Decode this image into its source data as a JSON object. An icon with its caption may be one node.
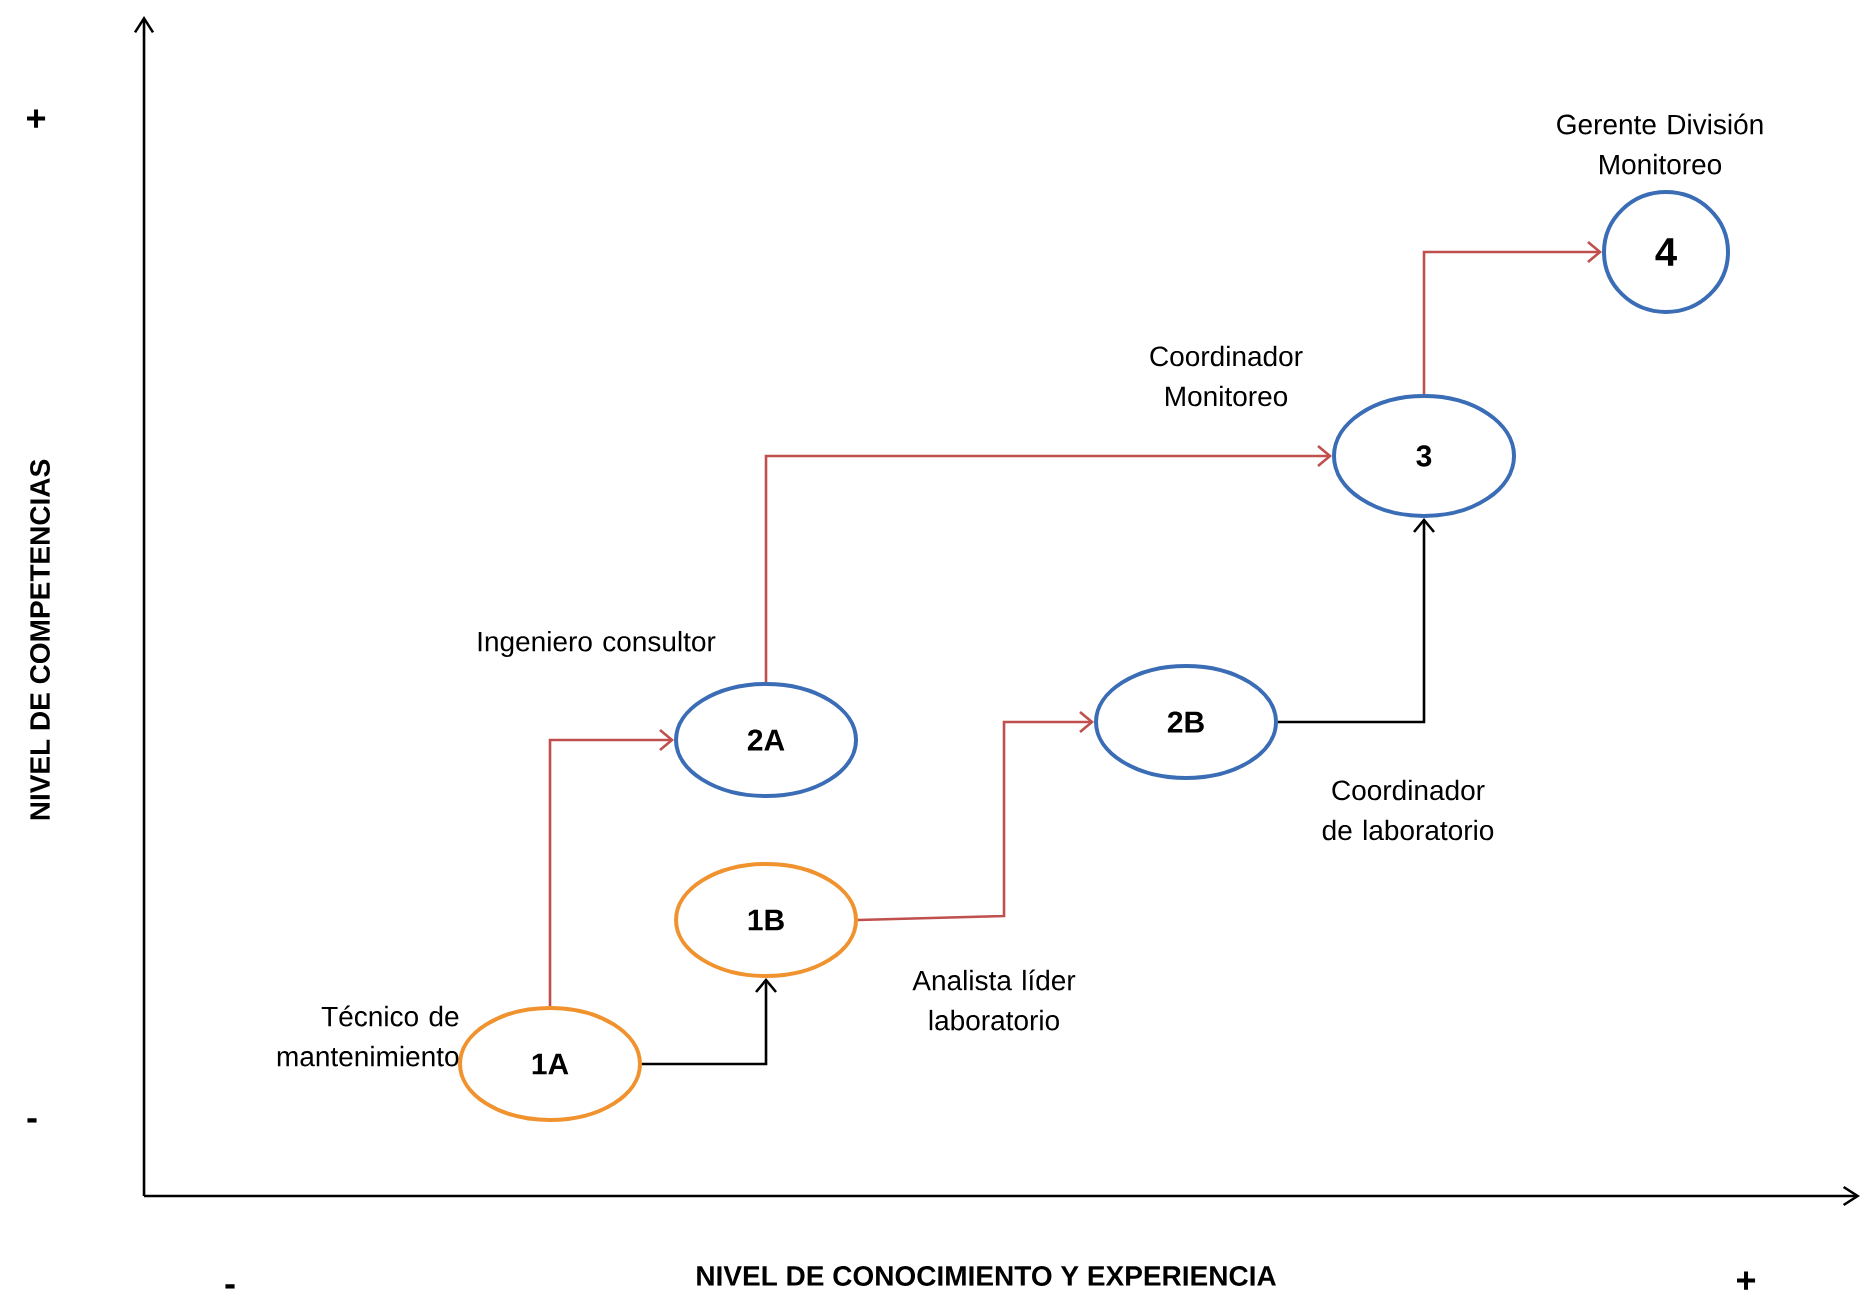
{
  "diagram": {
    "nodes": [
      {
        "text": [
          "1A"
        ],
        "beside": [
          "Técnico de mantenimiento"
        ]
      },
      {
        "text": [
          "1B"
        ],
        "beside": [
          "Analista líder laboratorio"
        ]
      },
      {
        "text": [
          "2A"
        ],
        "beside": [
          "Ingeniero consultor"
        ]
      },
      {
        "text": [
          "2B"
        ],
        "beside": [
          "Coordinador de laboratorio"
        ]
      },
      {
        "text": [
          "3"
        ],
        "beside": [
          "Coordinador Monitoreo"
        ]
      },
      {
        "text": [
          "4"
        ],
        "beside": [
          "Gerente División Monitoreo"
        ]
      }
    ],
    "edges": [
      {
        "from": 0,
        "to": 2,
        "arrow": "to"
      },
      {
        "from": 0,
        "to": 1,
        "arrow": "to",
        "color": "#000000"
      },
      {
        "from": 1,
        "to": 3,
        "arrow": "to"
      },
      {
        "from": 2,
        "to": 4,
        "arrow": "to"
      },
      {
        "from": 3,
        "to": 4,
        "arrow": "to",
        "color": "#000000"
      },
      {
        "from": 4,
        "to": 5,
        "arrow": "to"
      }
    ],
    "labels": [
      "+",
      "NIVEL DE COMPETENCIAS",
      "-",
      "NIVEL DE CONOCIMIENTO Y EXPERIENCIA",
      "-",
      "+"
    ]
  }
}
